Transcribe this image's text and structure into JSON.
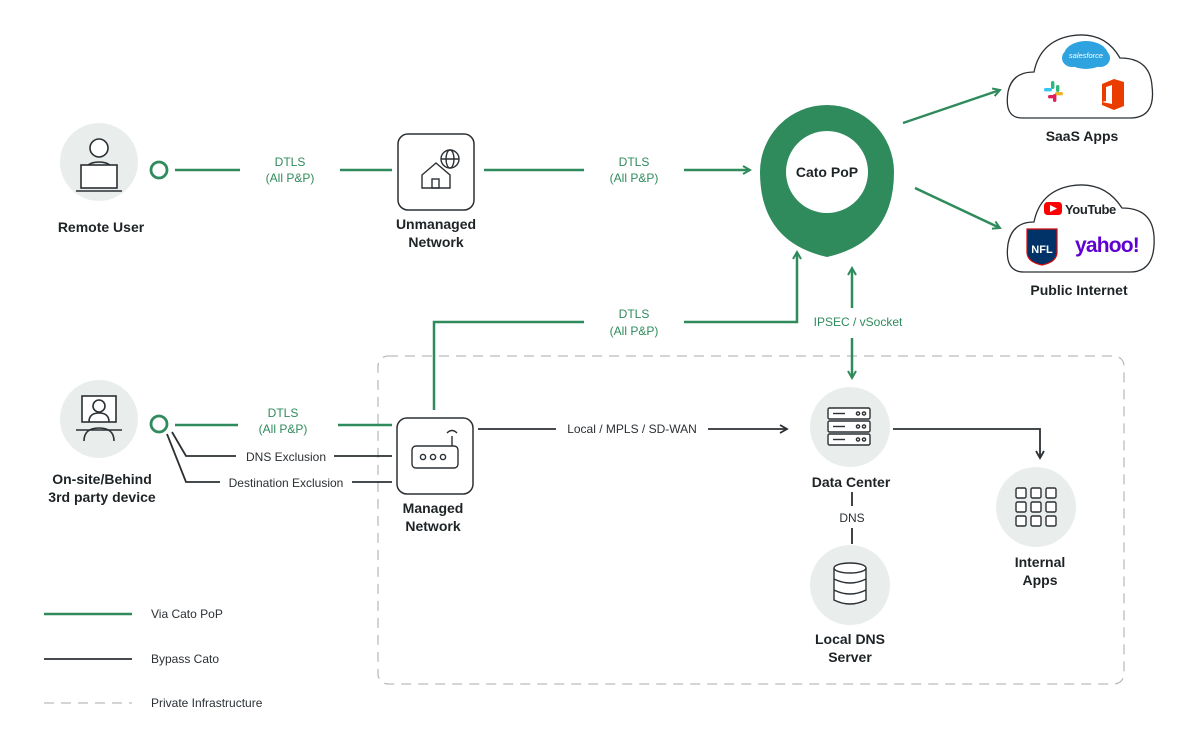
{
  "nodes": {
    "remote_user": "Remote User",
    "unmanaged_network": [
      "Unmanaged",
      "Network"
    ],
    "cato_pop": "Cato PoP",
    "saas_apps": "SaaS Apps",
    "public_internet": "Public Internet",
    "onsite": [
      "On-site/Behind",
      "3rd party device"
    ],
    "managed_network": [
      "Managed",
      "Network"
    ],
    "data_center": "Data Center",
    "local_dns_server": [
      "Local DNS",
      "Server"
    ],
    "internal_apps": [
      "Internal",
      "Apps"
    ]
  },
  "edges": {
    "dtls": "DTLS",
    "all_pp": "(All P&P)",
    "ipsec": "IPSEC / vSocket",
    "local_mpls": "Local / MPLS / SD-WAN",
    "dns_exclusion": "DNS Exclusion",
    "destination_exclusion": "Destination Exclusion",
    "dns": "DNS"
  },
  "legend": {
    "via_cato": "Via Cato PoP",
    "bypass": "Bypass Cato",
    "private_infra": "Private Infrastructure"
  },
  "logos": {
    "salesforce": "salesforce",
    "youtube": "YouTube",
    "nfl": "NFL",
    "yahoo": "yahoo!"
  },
  "colors": {
    "green": "#2f8b5c",
    "dark": "#2b3034",
    "node_bg": "#e9eeec",
    "dash": "#b9bcbe"
  }
}
